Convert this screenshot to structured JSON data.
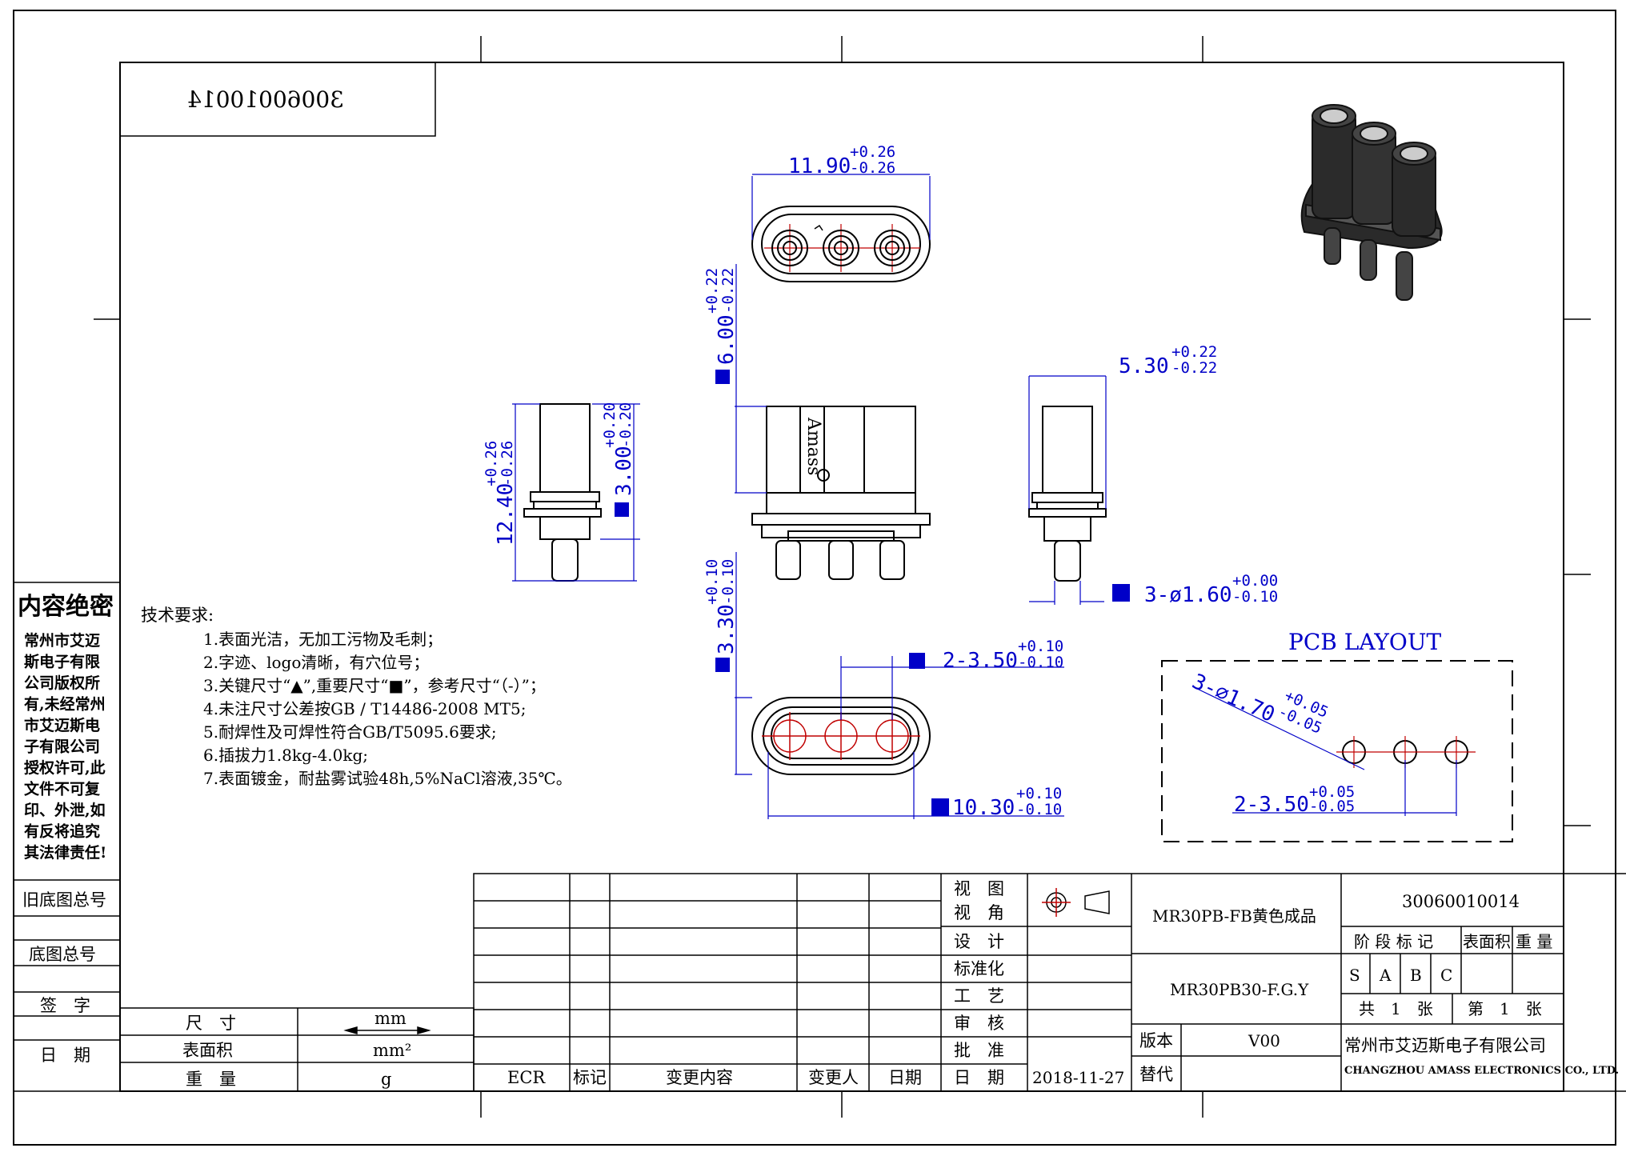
{
  "part_number_box": "30060010014",
  "side_panel": {
    "confidential_title": "内容绝密",
    "confidential_lines": [
      "常州市艾迈",
      "斯电子有限",
      "公司版权所",
      "有,未经常州",
      "市艾迈斯电",
      "子有限公司",
      "授权许可,此",
      "文件不可复",
      "印、外泄,如",
      "有反将追究",
      "其法律责任!"
    ],
    "old_drawing_no": "旧底图总号",
    "drawing_no": "底图总号",
    "sign": "签　字",
    "date": "日　期"
  },
  "tech_requirements": {
    "title": "技术要求:",
    "items": [
      "1.表面光洁，无加工污物及毛刺；",
      "2.字迹、logo清晰，有穴位号；",
      "3.关键尺寸“▲”,重要尺寸“■”，参考尺寸“（-）”；",
      "4.未注尺寸公差按GB / T14486-2008 MT5;",
      "5.耐焊性及可焊性符合GB/T5095.6要求;",
      "6.插拔力1.8kg-4.0kg;",
      "7.表面镀金，耐盐雾试验48h,5%NaCl溶液,35℃。"
    ]
  },
  "dimensions": {
    "d1": {
      "value": "11.90",
      "tol_up": "+0.26",
      "tol_dn": "-0.26"
    },
    "d2": {
      "value": "6.00",
      "tol_up": "+0.22",
      "tol_dn": "-0.22"
    },
    "d3": {
      "value": "5.30",
      "tol_up": "+0.22",
      "tol_dn": "-0.22"
    },
    "d4": {
      "value": "12.40",
      "tol_up": "+0.26",
      "tol_dn": "-0.26"
    },
    "d5": {
      "value": "3.00",
      "tol_up": "+0.20",
      "tol_dn": "-0.20"
    },
    "d6": {
      "value": "3-ø1.60",
      "tol_up": "+0.00",
      "tol_dn": "-0.10"
    },
    "d7": {
      "value": "3.30",
      "tol_up": "+0.10",
      "tol_dn": "-0.10"
    },
    "d8": {
      "value": "2-3.50",
      "tol_up": "+0.10",
      "tol_dn": "-0.10"
    },
    "d9": {
      "value": "10.30",
      "tol_up": "+0.10",
      "tol_dn": "-0.10"
    }
  },
  "pcb_layout": {
    "title": "PCB LAYOUT",
    "hole": {
      "value": "3-∅1.70",
      "tol_up": "+0.05",
      "tol_dn": "-0.05"
    },
    "pitch": {
      "value": "2-3.50",
      "tol_up": "+0.05",
      "tol_dn": "-0.05"
    }
  },
  "title_block": {
    "size_label": "尺　寸",
    "size_unit": "mm",
    "area_label": "表面积",
    "area_unit": "mm²",
    "weight_label": "重　量",
    "weight_unit": "g",
    "ecr": "ECR",
    "mark": "标记",
    "change": "变更内容",
    "changer": "变更人",
    "date_col": "日期",
    "view1": "视　图",
    "view2": "视　角",
    "design": "设　计",
    "standard": "标准化",
    "process": "工　艺",
    "review": "审　核",
    "approve": "批　准",
    "date_label": "日　期",
    "date_value": "2018-11-27",
    "product_name": "MR30PB-FB黄色成品",
    "model": "MR30PB30-F.G.Y",
    "version_label": "版本",
    "version_value": "V00",
    "replace_label": "替代",
    "drawing_number": "30060010014",
    "stage_label": "阶 段 标 记",
    "area_col": "表面积",
    "weight_col": "重 量",
    "stages": [
      "S",
      "A",
      "B",
      "C"
    ],
    "total": "共　1　张",
    "sheet": "第　1　张",
    "company_cn": "常州市艾迈斯电子有限公司",
    "company_en": "CHANGZHOU AMASS ELECTRONICS CO., LTD."
  }
}
